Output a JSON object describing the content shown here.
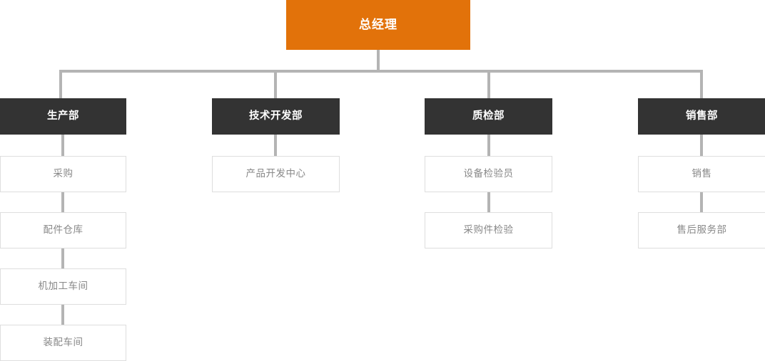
{
  "chart_data": {
    "type": "org-chart",
    "title": "总经理",
    "orientation": "top-down",
    "levels": 6,
    "colors": {
      "root_fill": "#e2720a",
      "root_text": "#ffffff",
      "department_fill": "#333333",
      "department_text": "#ffffff",
      "sub_fill": "#ffffff",
      "sub_text": "#888888",
      "sub_border": "#dedede",
      "connector": "#b4b4b4",
      "background": "#ffffff"
    },
    "nodes": [
      {
        "id": "root",
        "label": "总经理",
        "level": 0,
        "parent": null,
        "style": "root"
      },
      {
        "id": "d1",
        "label": "生产部",
        "level": 1,
        "parent": "root",
        "style": "department"
      },
      {
        "id": "d2",
        "label": "技术开发部",
        "level": 1,
        "parent": "root",
        "style": "department"
      },
      {
        "id": "d3",
        "label": "质检部",
        "level": 1,
        "parent": "root",
        "style": "department"
      },
      {
        "id": "d4",
        "label": "销售部",
        "level": 1,
        "parent": "root",
        "style": "department"
      },
      {
        "id": "d1s1",
        "label": "采购",
        "level": 2,
        "parent": "d1",
        "style": "sub"
      },
      {
        "id": "d1s2",
        "label": "配件仓库",
        "level": 3,
        "parent": "d1s1",
        "style": "sub"
      },
      {
        "id": "d1s3",
        "label": "机加工车间",
        "level": 4,
        "parent": "d1s2",
        "style": "sub"
      },
      {
        "id": "d1s4",
        "label": "装配车间",
        "level": 5,
        "parent": "d1s3",
        "style": "sub"
      },
      {
        "id": "d2s1",
        "label": "产品开发中心",
        "level": 2,
        "parent": "d2",
        "style": "sub"
      },
      {
        "id": "d3s1",
        "label": "设备检验员",
        "level": 2,
        "parent": "d3",
        "style": "sub"
      },
      {
        "id": "d3s2",
        "label": "采购件检验",
        "level": 3,
        "parent": "d3s1",
        "style": "sub"
      },
      {
        "id": "d4s1",
        "label": "销售",
        "level": 2,
        "parent": "d4",
        "style": "sub"
      },
      {
        "id": "d4s2",
        "label": "售后服务部",
        "level": 3,
        "parent": "d4s1",
        "style": "sub"
      }
    ],
    "branches": [
      {
        "department": "生产部",
        "children": [
          "采购",
          "配件仓库",
          "机加工车间",
          "装配车间"
        ],
        "chain": true
      },
      {
        "department": "技术开发部",
        "children": [
          "产品开发中心"
        ],
        "chain": true
      },
      {
        "department": "质检部",
        "children": [
          "设备检验员",
          "采购件检验"
        ],
        "chain": true
      },
      {
        "department": "销售部",
        "children": [
          "销售",
          "售后服务部"
        ],
        "chain": true
      }
    ]
  },
  "root": {
    "label": "总经理"
  },
  "departments": [
    {
      "label": "生产部"
    },
    {
      "label": "技术开发部"
    },
    {
      "label": "质检部"
    },
    {
      "label": "销售部"
    }
  ],
  "production": [
    {
      "label": "采购"
    },
    {
      "label": "配件仓库"
    },
    {
      "label": "机加工车间"
    },
    {
      "label": "装配车间"
    }
  ],
  "technical": [
    {
      "label": "产品开发中心"
    }
  ],
  "quality": [
    {
      "label": "设备检验员"
    },
    {
      "label": "采购件检验"
    }
  ],
  "sales": [
    {
      "label": "销售"
    },
    {
      "label": "售后服务部"
    }
  ]
}
